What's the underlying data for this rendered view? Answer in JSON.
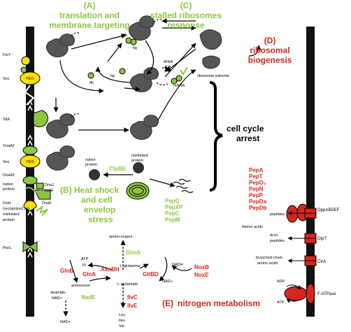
{
  "sections": {
    "A": {
      "letter": "(A)",
      "line1": "translation and",
      "line2": "membrane targeting"
    },
    "C": {
      "letter": "(C)",
      "line1": "stalled ribosomes",
      "line2": "response"
    },
    "D": {
      "letter": "(D)",
      "line1": "ribosomal",
      "line2": "biogenesis"
    },
    "B": {
      "letter": "(B)",
      "line1": "Heat shock",
      "line2": "and cell",
      "line3": "envelop",
      "line4": "stress"
    },
    "E": {
      "letter": "(E)",
      "title": "nitrogen metabolism"
    },
    "arrest": {
      "line1": "cell cycle",
      "line2": "arrest"
    }
  },
  "membrane_left": {
    "FtsY": "FtsY",
    "SecYEG_top": "Sec",
    "SecYEG_top_b": "YEG",
    "SipL": "SipL",
    "OxaA2_1": "OxaA2",
    "SecYEG_mid": "Sec",
    "SecYEG_mid_b": "YEG",
    "OxaA2_2": "OxaA2",
    "native_protein": "native",
    "native_protein_b": "protein",
    "DnaJ": "DnaJ",
    "GrpE": "GrpE",
    "DnaK": "DnaK",
    "FtsH": "FtsH",
    "recognized": "(recognized as)",
    "misfolded": "misfolded",
    "protein": "protein",
    "PacL": "PacL"
  },
  "top_cytoplasm": {
    "ffh": "ffh",
    "tig": "tig",
    "ffh2": "ffh",
    "tig2": "tig",
    "tRNA": "tRNA",
    "mRNA": "mRNA",
    "subunits": "ribosomal subunits"
  },
  "chaperone": {
    "native1": "native",
    "native2": "protein",
    "misfolded1": "misfolded",
    "misfolded2": "protein",
    "ClpBE": "ClpBE"
  },
  "peptidases_green": [
    "PepQ",
    "PepXP",
    "PepC",
    "PepM"
  ],
  "peptidases_red": [
    "PepA",
    "PepT",
    "PepO₂",
    "PepN",
    "PepP",
    "PepDa",
    "PepDb"
  ],
  "transport": {
    "amino_acids": "Amino acids",
    "peptides": "peptides",
    "ditri1": "di-tri-",
    "ditri2": "peptides",
    "branched1": "branched-chain",
    "branched2": "amino acids",
    "ADP": "ADP",
    "ATP": "ATP",
    "OppABDEF": "OppABDEF",
    "DtpT": "DtpT",
    "CtrA": "CtrA",
    "FATPase": "F-ATPase"
  },
  "nitrogen": {
    "amino_sugars": "amino-sugars",
    "GlmS": "GlmS",
    "ATP": "ATP",
    "Pi": "Pi",
    "GlnB": "GlnB",
    "GlnA": "GlnA",
    "AsnBH": "AsnBH",
    "GltBD": "GltBD",
    "L_glutamine": "L-glutamine",
    "L_glutamate": "L-glutamate",
    "NADH": "NADH",
    "NADp": "NAD+",
    "NoxB": "NoxB",
    "NoxE": "NoxE",
    "ammonium": "ammonium",
    "deamido1": "deamido-",
    "deamido2": "NAD+",
    "NadE": "NadE",
    "NADp2": "NAD+",
    "IlvC": "IlvC",
    "IlvE": "IlvE",
    "Leu": "Leu",
    "Ileu": "Ileu",
    "Val": "Val"
  },
  "colors": {
    "green": "#8cc63f",
    "red": "#d7261e",
    "membrane": "#111111",
    "ribosome": "#555555",
    "yellow": "#ffe100"
  }
}
